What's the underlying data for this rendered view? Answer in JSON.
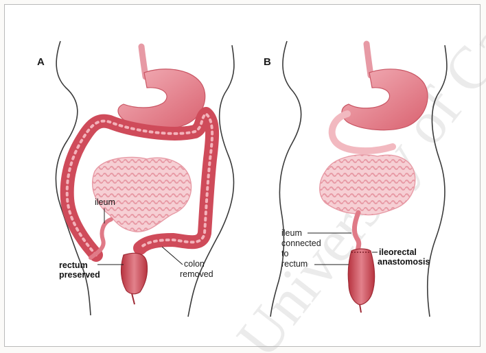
{
  "panels": {
    "a": {
      "letter": "A",
      "labels": {
        "ileum": "ileum",
        "rectum_line1": "rectum",
        "rectum_line2": "preserved",
        "colon_line1": "colon",
        "colon_line2": "removed"
      }
    },
    "b": {
      "letter": "B",
      "labels": {
        "ileum_line1": "ileum",
        "ileum_line2": "connected",
        "ileum_line3": "to",
        "ileum_line4": "rectum",
        "anast_line1": "ileorectal",
        "anast_line2": "anastomosis"
      }
    }
  },
  "watermark": "University of Cape Town",
  "colors": {
    "colon": "#cf4b5a",
    "stomach": "#e27f8b",
    "small_intestine": "#f2b9c0",
    "rectum": "#c2434f",
    "outline": "#3a3a3a"
  }
}
